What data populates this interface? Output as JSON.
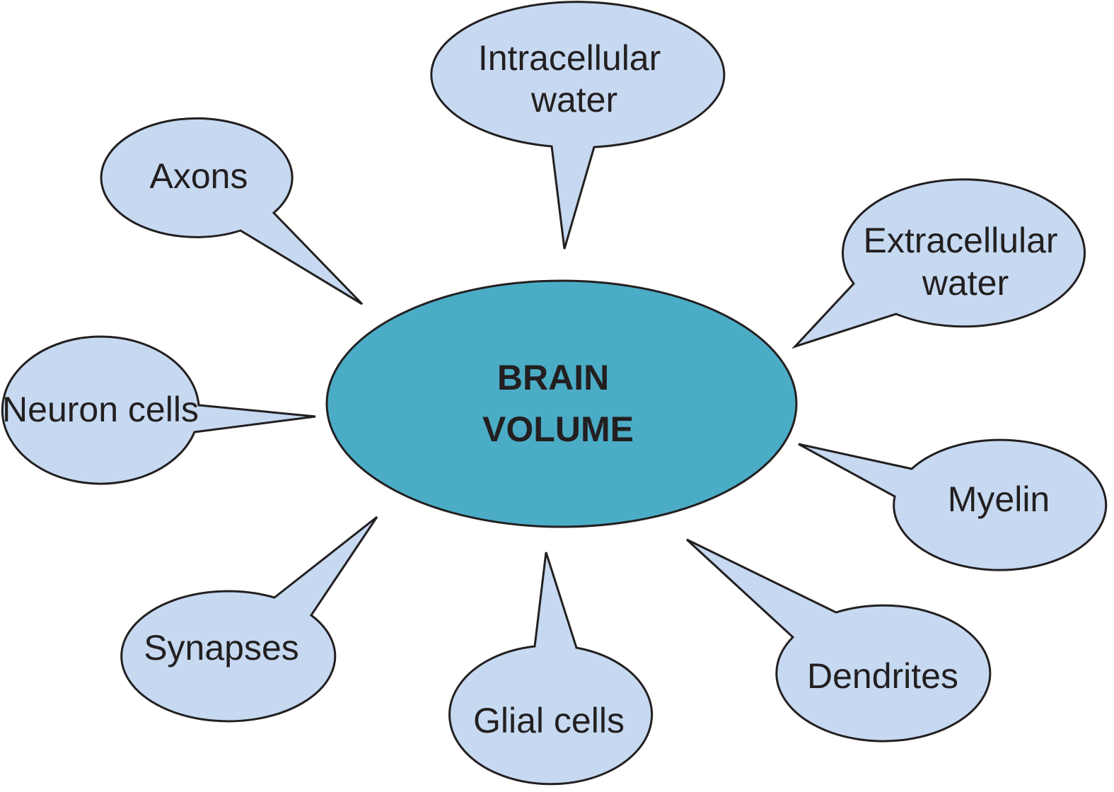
{
  "center": {
    "line1": "BRAIN",
    "line2": "VOLUME"
  },
  "bubbles": {
    "intracellular": {
      "line1": "Intracellular",
      "line2": "water"
    },
    "axons": {
      "line1": "Axons"
    },
    "extracellular": {
      "line1": "Extracellular",
      "line2": "water"
    },
    "neuron": {
      "line1": "Neuron cells"
    },
    "myelin": {
      "line1": "Myelin"
    },
    "synapses": {
      "line1": "Synapses"
    },
    "glial": {
      "line1": "Glial cells"
    },
    "dendrites": {
      "line1": "Dendrites"
    }
  },
  "colors": {
    "bubble_fill": "#c6d9f1",
    "center_fill": "#4bacc6",
    "outline": "#231f20"
  }
}
